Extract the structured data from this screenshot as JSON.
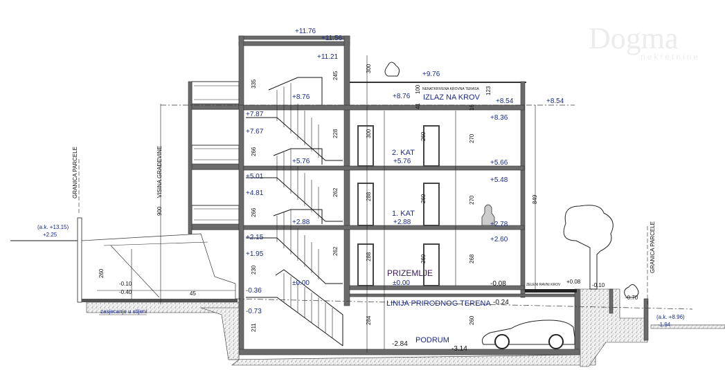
{
  "drawing": {
    "roof_levels": {
      "top": "+11.76",
      "parapet": "+11.56",
      "slab": "+11.21"
    },
    "terrace": {
      "label": "NENATKRIVENA KROVNA TERASA",
      "exit": "IZLAZ NA KROV",
      "level_top": "+9.76",
      "level_floor": "+8.76"
    },
    "stair_levels": [
      "+7.87",
      "+7.67",
      "+5.01",
      "+4.81",
      "+2.15",
      "+1.95",
      "-0.36",
      "-0.73"
    ],
    "landing_levels": [
      "+8.76",
      "+5.76",
      "+2.88",
      "±0.00"
    ],
    "stair_dims": [
      "335",
      "266",
      "266",
      "230",
      "211"
    ],
    "core_dims": [
      "245",
      "228",
      "262",
      "262",
      "300"
    ],
    "floors": [
      {
        "name": "2. KAT",
        "level": "+5.76",
        "right_top": "+8.36",
        "right_bottom": "+5.66",
        "door": "300",
        "mid": "260",
        "right": "270"
      },
      {
        "name": "1. KAT",
        "level": "+2.88",
        "right_top": "+5.48",
        "right_bottom": "+2.78",
        "door": "288",
        "mid": "260",
        "right": "270"
      },
      {
        "name": "PRIZEMLJE",
        "level": "±0.00",
        "right_top": "+2.60",
        "right_bottom": "-0.08",
        "door": "288",
        "mid": "260",
        "right": "268"
      },
      {
        "name": "PODRUM",
        "level": "-2.84",
        "right_top": "-0.24",
        "right_bottom": "-3.14",
        "door": "284",
        "right": "260"
      }
    ],
    "terrace_dims": [
      "100",
      "123",
      "41",
      "16"
    ],
    "natural_terrain": "LINIJA PRIRODNOG TERENA",
    "right_side": {
      "roof_level": "+8.54",
      "roof_level_outer": "+8.54",
      "height_dim": "849",
      "green_roof": "ZELENI RAVNI KROV",
      "green_roof_level": "+0.08",
      "garden_level": "-0.10",
      "lower_level": "-0.70",
      "parcel_border": "GRANICA PARCELE",
      "abs_level": "(a.k. +8.96)",
      "ground_level": "-1.94"
    },
    "left_side": {
      "parcel_border": "GRANICA PARCELE",
      "abs_level": "(a.k. +13.15)",
      "ground_level": "+2.25",
      "building_height_dim": "900",
      "building_height_label": "VISINA GRAĐEVINE",
      "cut_level_1": "-0.10",
      "cut_level_2": "-0.40",
      "rock_cut": "zasjecanje u stijeni",
      "wall_dim": "260",
      "slope_dim": "45"
    },
    "watermark": {
      "brand": "Dogma",
      "sub": "nekretnine"
    }
  }
}
